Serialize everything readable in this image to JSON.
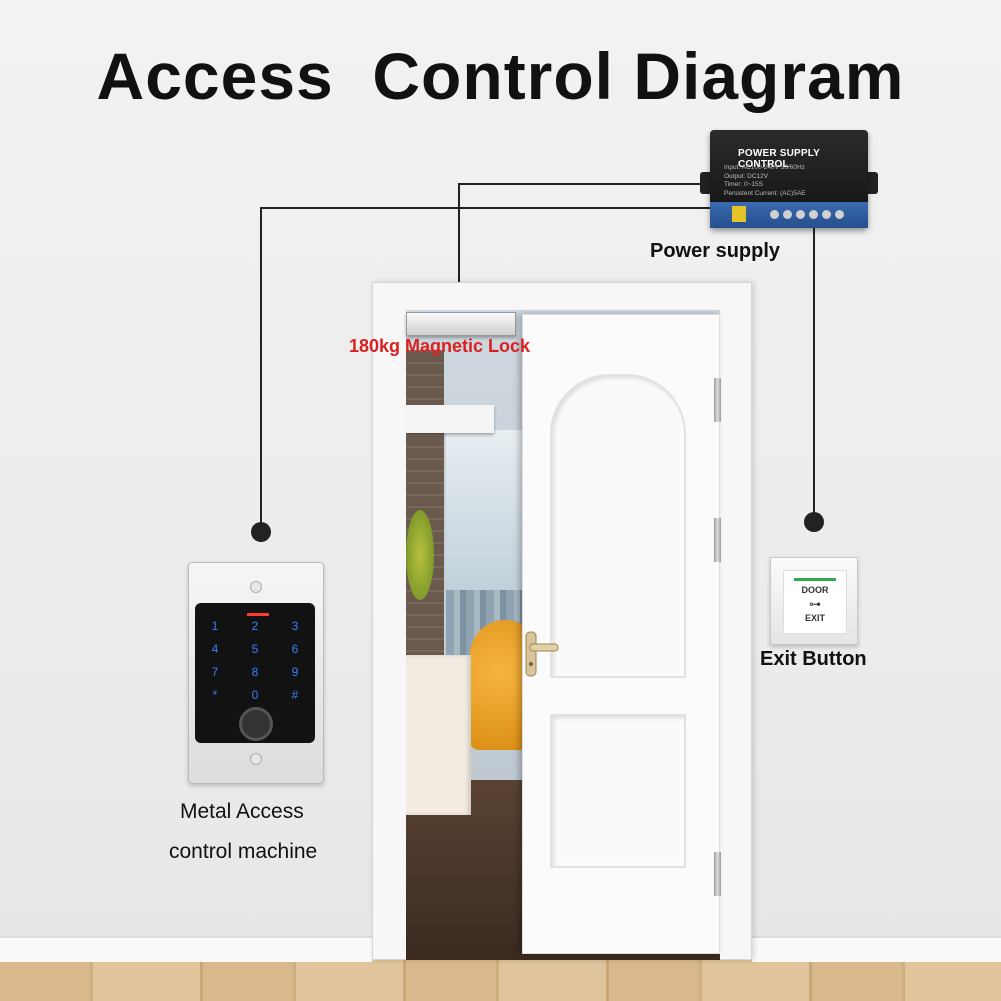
{
  "title": "Access  Control Diagram",
  "power_supply": {
    "device_title": "POWER SUPPLY CONTROL",
    "spec_lines": [
      "Input:  AC100-240V  50/60Hz",
      "Output:  DC12V",
      "Timer:  0~15S",
      "Persistent  Current: (AC)5AE"
    ],
    "label": "Power supply"
  },
  "magnetic_lock": {
    "label": "180kg Magnetic Lock"
  },
  "access_reader": {
    "label_line1": "Metal Access",
    "label_line2": "control machine",
    "keys": [
      "1",
      "2",
      "3",
      "4",
      "5",
      "6",
      "7",
      "8",
      "9",
      "*",
      "0",
      "#"
    ]
  },
  "exit_button": {
    "plate_top": "DOOR",
    "plate_icon": "⊶",
    "plate_bottom": "EXIT",
    "label": "Exit Button"
  },
  "colors": {
    "wire": "#222222",
    "lock_label": "#d82222",
    "keypad_digits": "#3c7cff"
  },
  "icons": [
    "key-icon",
    "fingerprint-icon"
  ]
}
